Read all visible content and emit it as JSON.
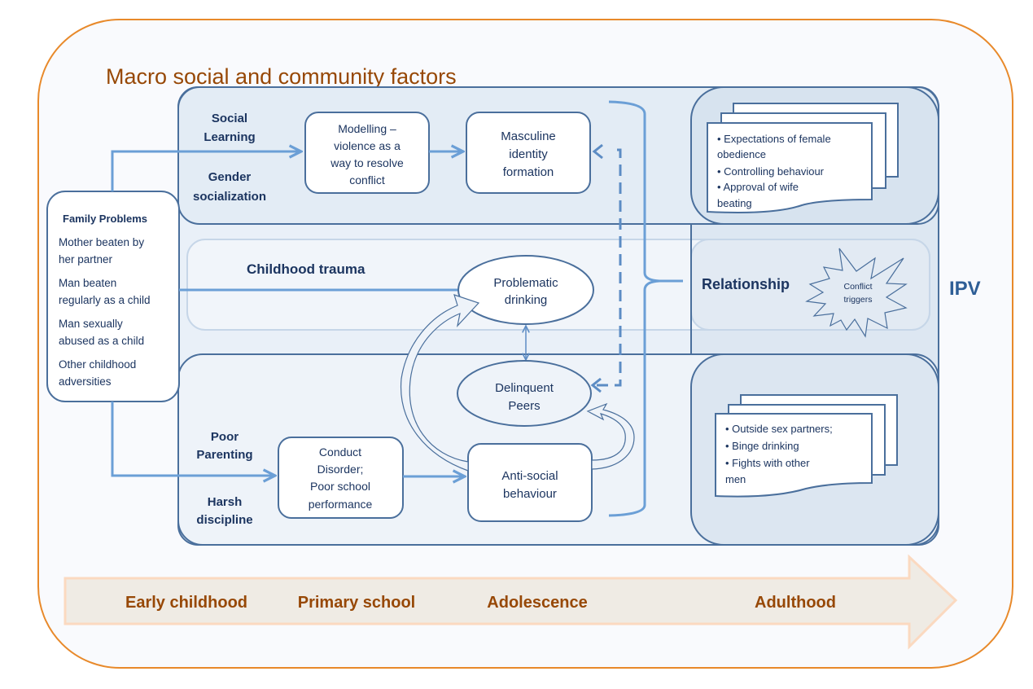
{
  "title": "Macro social and community factors",
  "outcome_label": "IPV",
  "colors": {
    "frame_orange": "#e8892a",
    "box_stroke": "#4a6f9c",
    "arrow_blue": "#6b9fd6",
    "text_dark": "#1c3560",
    "text_brown": "#974806",
    "ipv_blue": "#2e5e96"
  },
  "family_problems": {
    "heading": "Family Problems",
    "items": [
      [
        "Mother beaten by",
        "her partner"
      ],
      [
        "Man beaten",
        "regularly as a child"
      ],
      [
        "Man sexually",
        "abused as a child"
      ],
      [
        "Other childhood",
        "adversities"
      ]
    ]
  },
  "top_band": {
    "label_1": [
      "Social",
      "Learning"
    ],
    "label_2": [
      "Gender",
      "socialization"
    ],
    "box_modelling": [
      "Modelling –",
      "violence as a",
      "way to resolve",
      "conflict"
    ],
    "box_masculine": [
      "Masculine",
      "identity",
      "formation"
    ],
    "notes": [
      "• Expectations of  female",
      "obedience",
      "• Controlling behaviour",
      "• Approval of wife",
      "beating"
    ]
  },
  "middle_band": {
    "label": "Childhood trauma",
    "ellipse_drinking": [
      "Problematic",
      "drinking"
    ],
    "relationship_label": "Relationship",
    "conflict_triggers": [
      "Conflict",
      "triggers"
    ]
  },
  "bottom_band": {
    "label_1": [
      "Poor",
      "Parenting"
    ],
    "label_2": [
      "Harsh",
      "discipline"
    ],
    "box_conduct": [
      "Conduct",
      "Disorder;",
      "Poor school",
      "performance"
    ],
    "ellipse_peers": [
      "Delinquent",
      "Peers"
    ],
    "box_antisocial": [
      "Anti-social",
      "behaviour"
    ],
    "notes": [
      "• Outside sex partners;",
      "•  Binge drinking",
      "•  Fights with other",
      "men"
    ]
  },
  "timeline": {
    "stages": [
      "Early childhood",
      "Primary school",
      "Adolescence",
      "Adulthood"
    ]
  }
}
